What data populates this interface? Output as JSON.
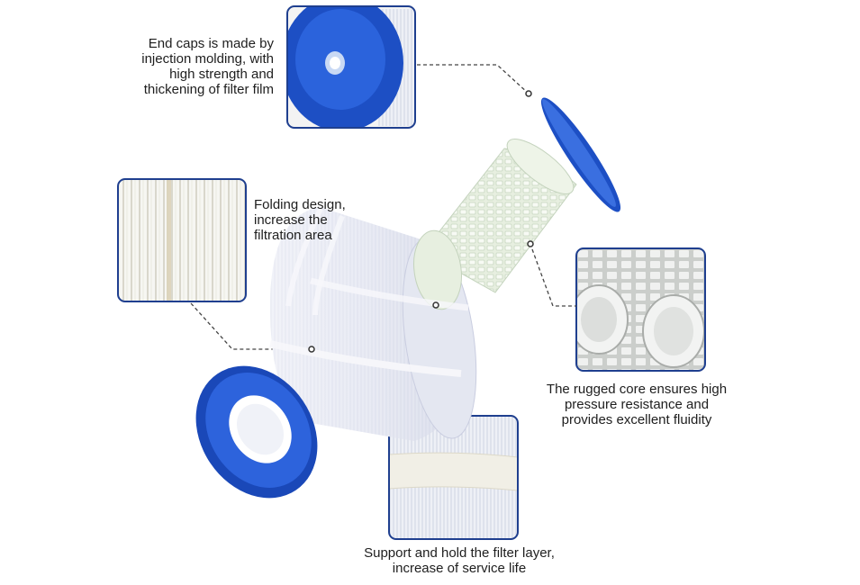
{
  "callouts": {
    "end_caps": {
      "lines": [
        "End caps is made by",
        "injection molding, with",
        "high strength and",
        "thickening of filter film"
      ]
    },
    "folding": {
      "lines": [
        "Folding design,",
        "increase the",
        "filtration area"
      ]
    },
    "core": {
      "lines": [
        "The rugged core ensures high",
        "pressure resistance and",
        "provides excellent fluidity"
      ]
    },
    "support": {
      "lines": [
        "Support and hold the filter layer,",
        "increase of service life"
      ]
    }
  },
  "colors": {
    "callout_frame": "#1f3f8f",
    "end_cap_blue": "#1e52c8",
    "filter_media": "#e9ecf4",
    "core_mesh": "#dfeadf",
    "leader_line": "#444444"
  },
  "icons": [
    "end-cap-photo",
    "pleated-media-photo",
    "core-tubes-photo",
    "support-band-photo"
  ]
}
